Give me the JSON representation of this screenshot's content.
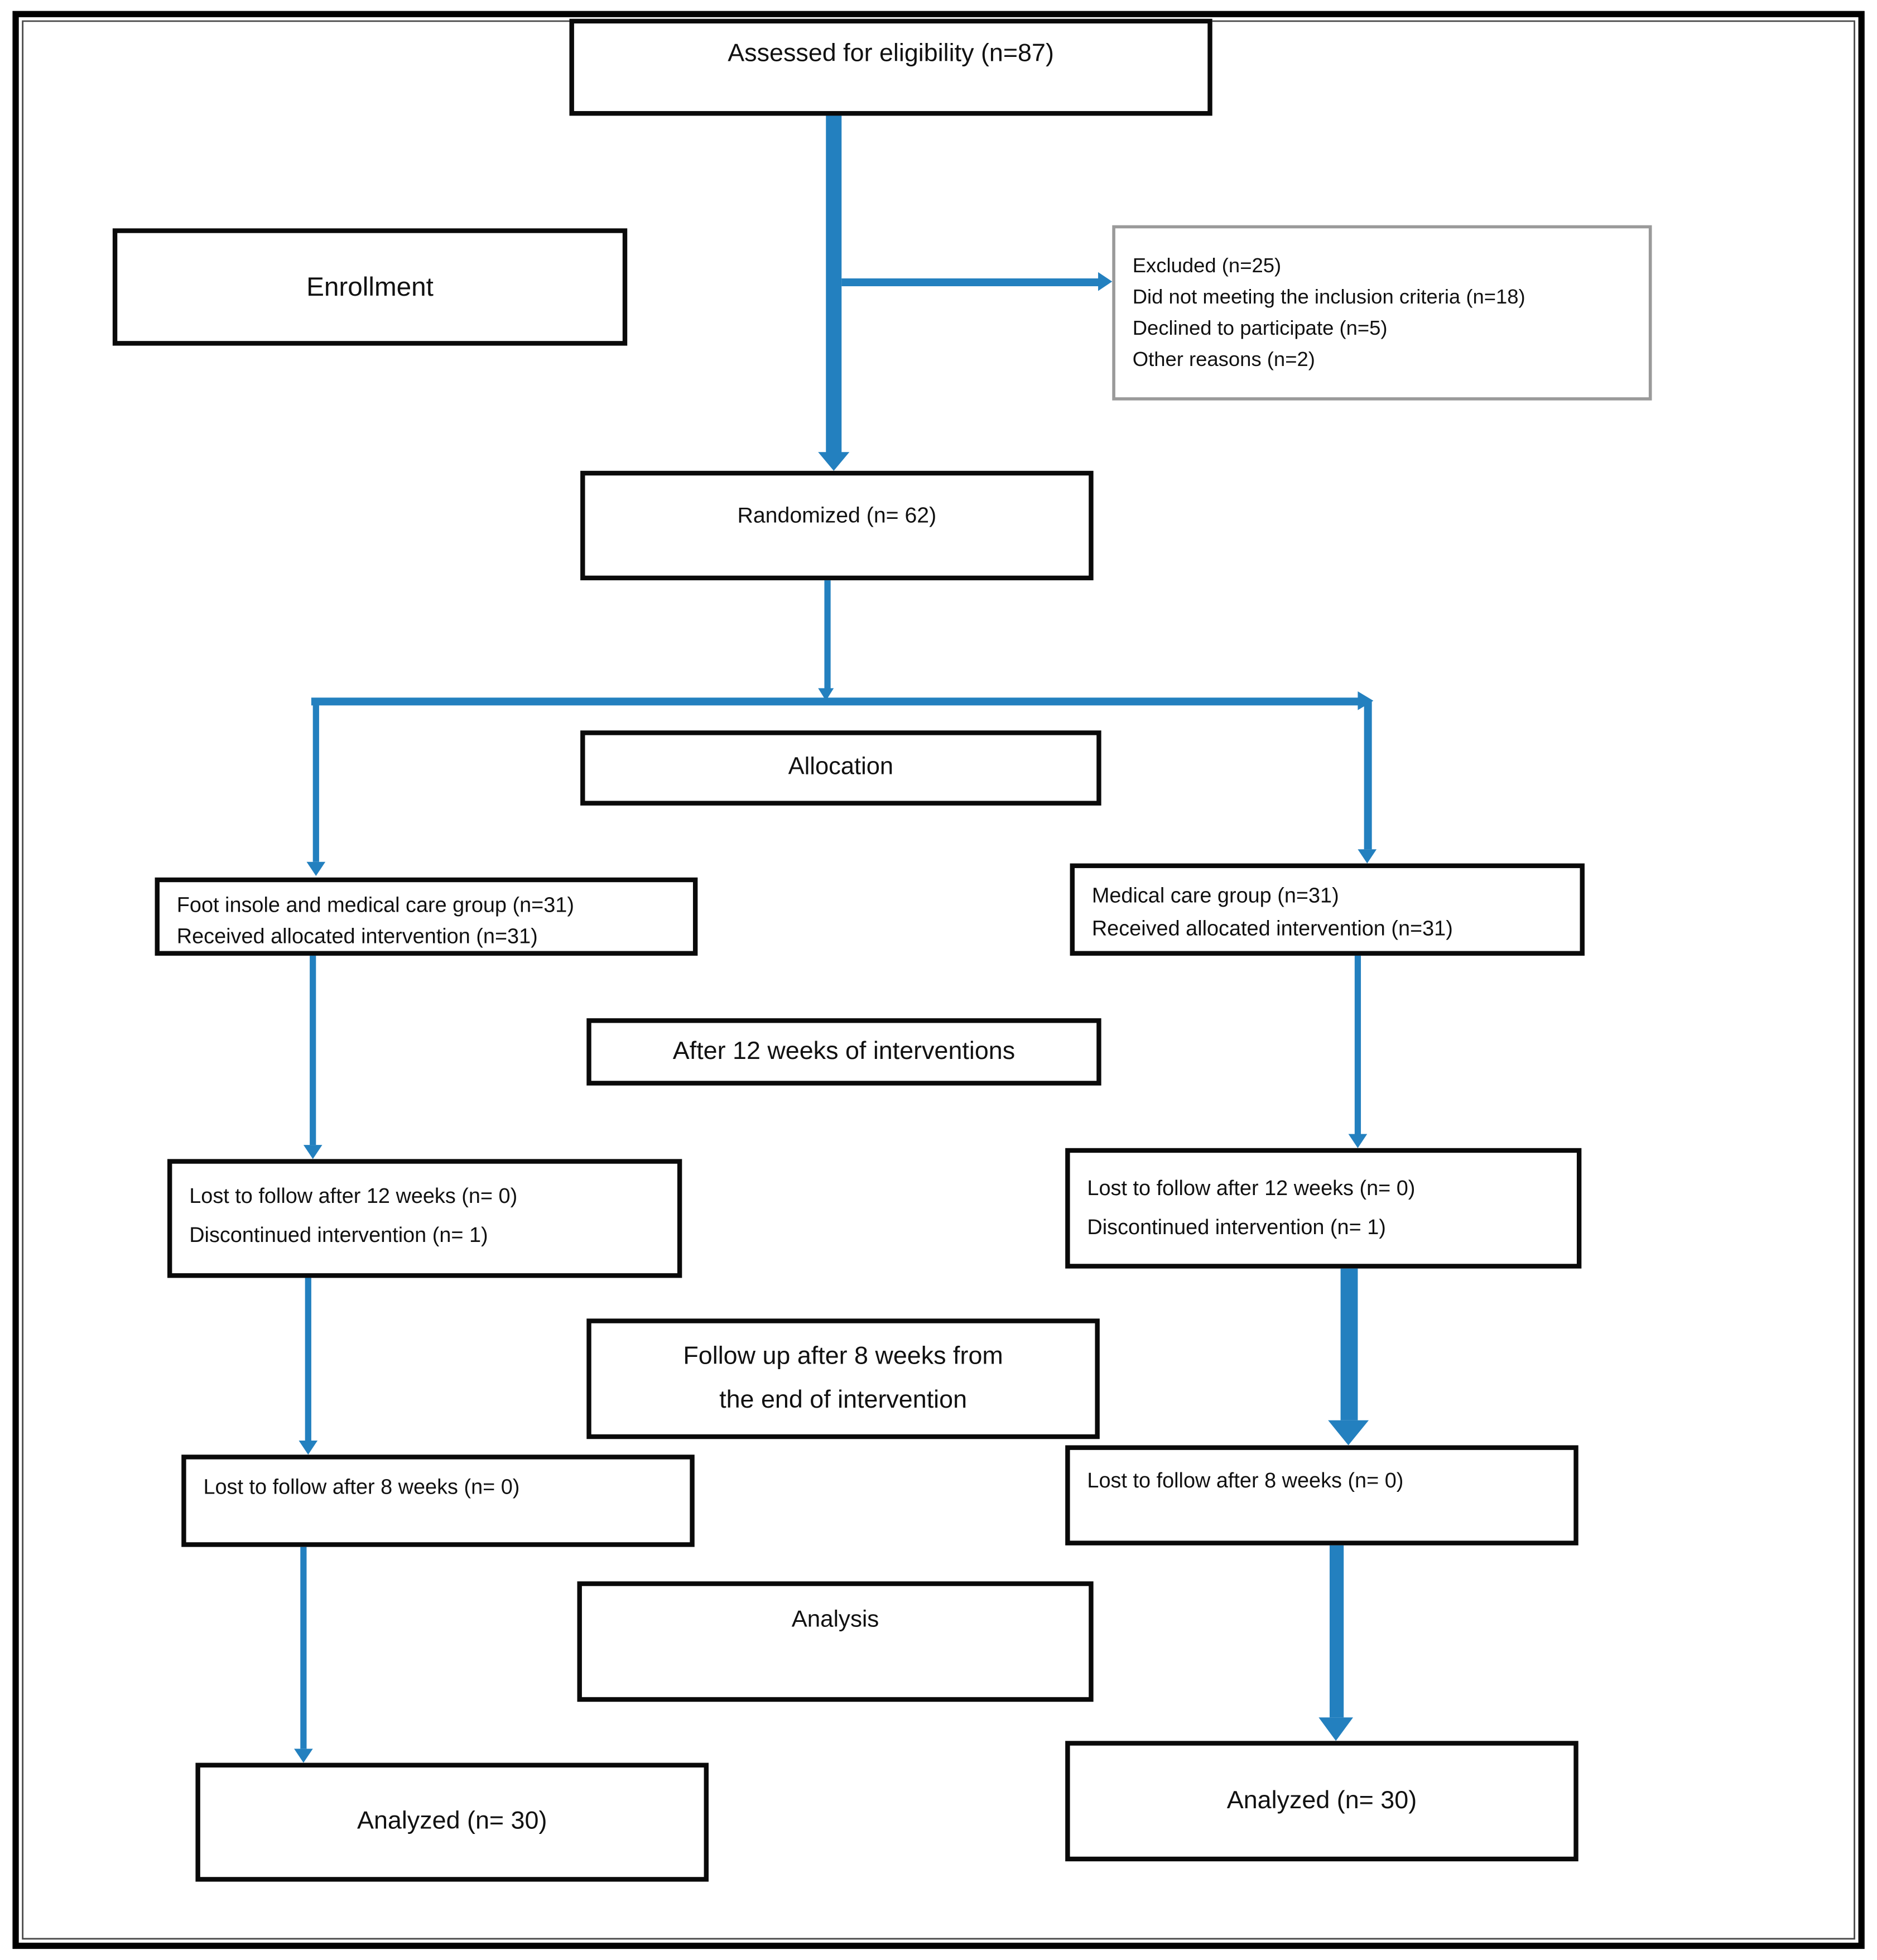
{
  "diagram": {
    "type": "consort-flow-diagram",
    "arrow_color": "#2380BF",
    "boxes": {
      "assessed": {
        "text": "Assessed for eligibility (n=87)"
      },
      "enrollment": {
        "text": "Enrollment"
      },
      "excluded": {
        "lines": [
          "Excluded (n=25)",
          "Did not meeting the inclusion criteria (n=18)",
          "Declined to participate (n=5)",
          "Other reasons (n=2)"
        ]
      },
      "randomized": {
        "text": "Randomized (n= 62)"
      },
      "allocation": {
        "text": "Allocation"
      },
      "group_left": {
        "lines": [
          "Foot insole and medical care group (n=31)",
          "Received allocated intervention (n=31)"
        ]
      },
      "group_right": {
        "lines": [
          "Medical care group (n=31)",
          "Received allocated intervention (n=31)"
        ]
      },
      "after_12_weeks": {
        "text": "After 12 weeks of interventions"
      },
      "lost12_left": {
        "lines": [
          "Lost to follow after 12 weeks (n= 0)",
          "Discontinued intervention (n= 1)"
        ]
      },
      "lost12_right": {
        "lines": [
          "Lost to follow after 12 weeks (n= 0)",
          "Discontinued intervention (n= 1)"
        ]
      },
      "followup_8_weeks": {
        "lines": [
          "Follow up after 8 weeks from",
          "the end of intervention"
        ]
      },
      "lost8_left": {
        "text": "Lost to follow after 8 weeks (n= 0)"
      },
      "lost8_right": {
        "text": "Lost to follow after 8 weeks (n= 0)"
      },
      "analysis": {
        "text": "Analysis"
      },
      "analyzed_left": {
        "text": "Analyzed (n= 30)"
      },
      "analyzed_right": {
        "text": "Analyzed (n= 30)"
      }
    }
  }
}
